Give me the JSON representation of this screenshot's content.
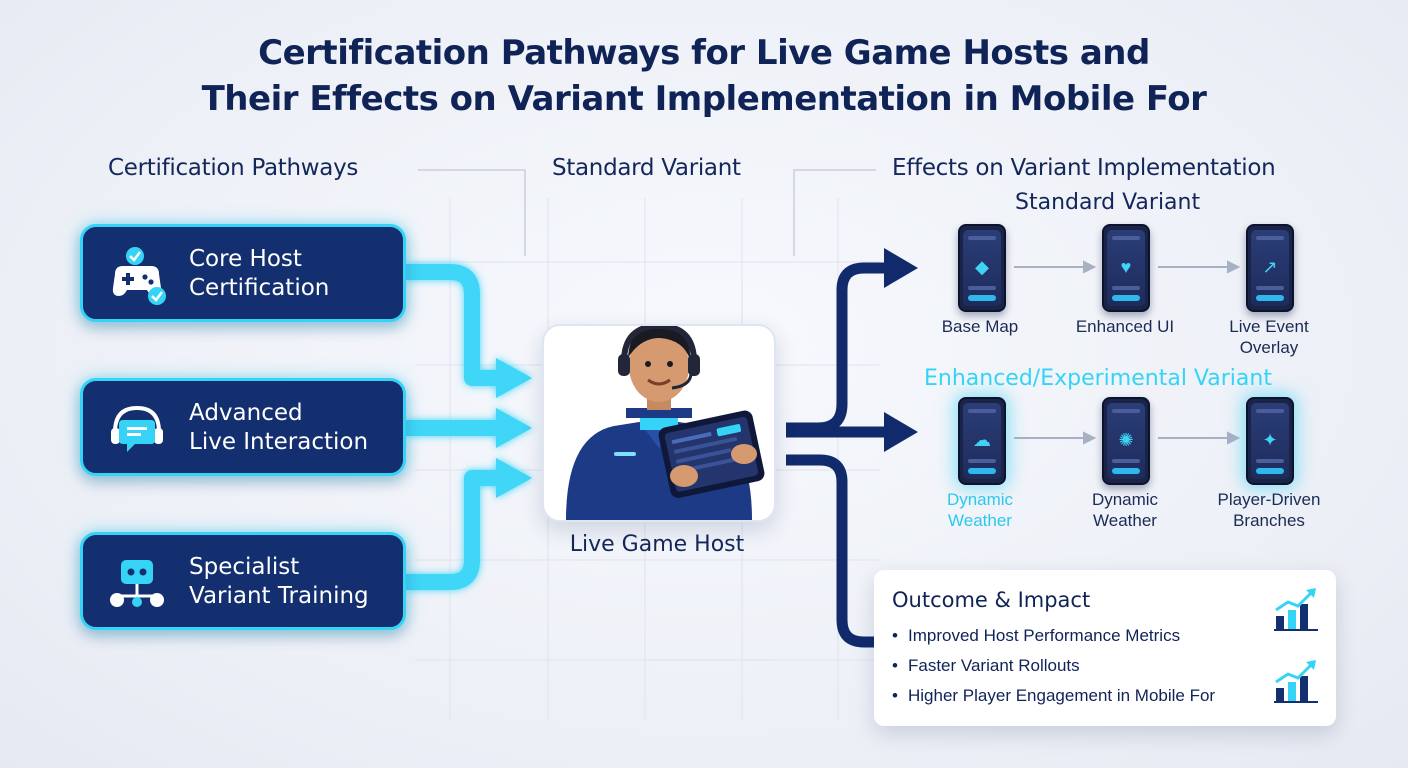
{
  "title": {
    "line1": "Certification Pathways for Live Game Hosts and",
    "line2": "Their Effects on Variant Implementation in Mobile For"
  },
  "columns": {
    "left": "Certification Pathways",
    "center": "Standard Variant",
    "right": "Effects on Variant Implementation"
  },
  "pathways": [
    {
      "line1": "Core Host",
      "line2": "Certification",
      "icon": "gamepad-check-icon"
    },
    {
      "line1": "Advanced",
      "line2": "Live Interaction",
      "icon": "headset-chat-icon"
    },
    {
      "line1": "Specialist",
      "line2": "Variant Training",
      "icon": "robot-network-icon"
    }
  ],
  "host": {
    "label": "Live Game Host"
  },
  "standard_variant": {
    "heading": "Standard Variant",
    "steps": [
      {
        "line1": "Base Map",
        "line2": ""
      },
      {
        "line1": "Enhanced UI",
        "line2": ""
      },
      {
        "line1": "Live Event",
        "line2": "Overlay"
      }
    ]
  },
  "enhanced_variant": {
    "heading": "Enhanced/Experimental Variant",
    "steps": [
      {
        "line1": "Dynamic",
        "line2": "Weather"
      },
      {
        "line1": "Dynamic",
        "line2": "Weather"
      },
      {
        "line1": "Player-Driven",
        "line2": "Branches"
      }
    ]
  },
  "outcome": {
    "title": "Outcome & Impact",
    "items": [
      "Improved Host Performance Metrics",
      "Faster Variant Rollouts",
      "Higher Player Engagement in Mobile For"
    ]
  },
  "colors": {
    "navy": "#132f6f",
    "cyan": "#35d4f6",
    "dark_arrow": "#102a6b",
    "text": "#0f2356"
  }
}
